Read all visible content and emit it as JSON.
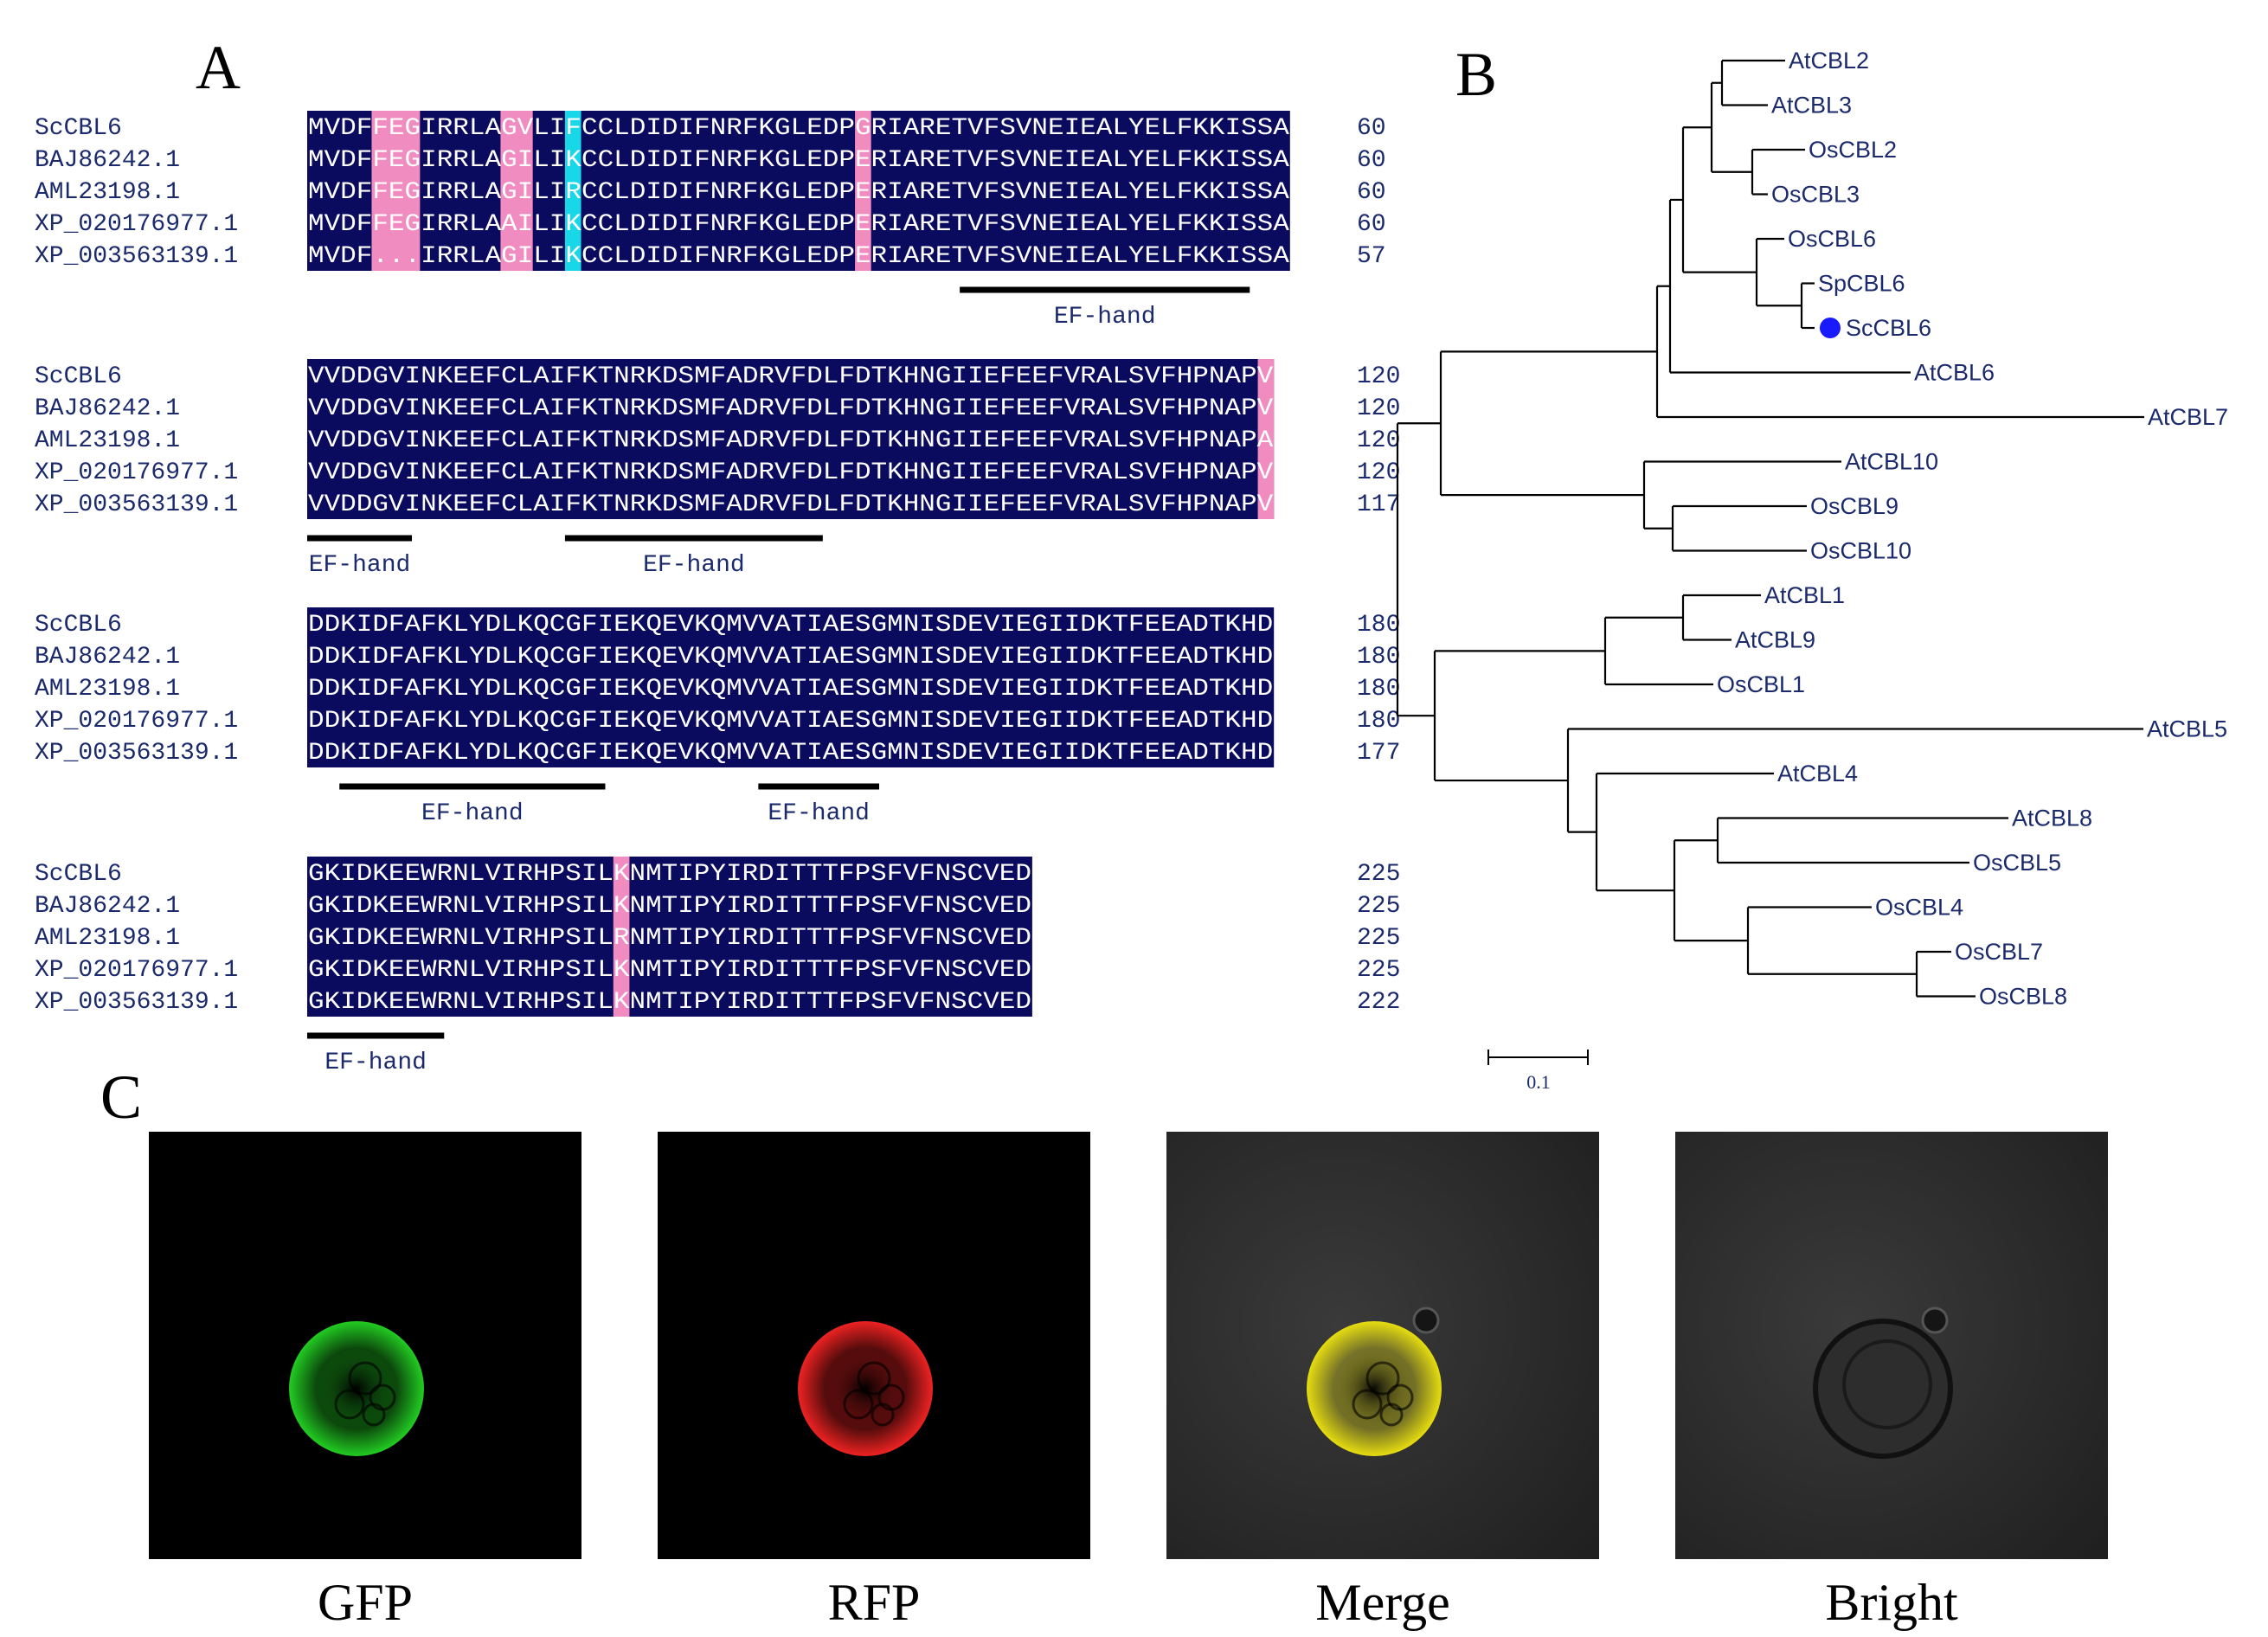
{
  "panels": {
    "a": "A",
    "b": "B",
    "c": "C"
  },
  "alignment": {
    "blocks": [
      {
        "rows": [
          {
            "name": "ScCBL6",
            "seq": "MVDFFEGIRRLAGVLIFCCLDIDIFNRFKGLEDPGRIARETVFSVNEIEALYELFKKISSA",
            "num": "60"
          },
          {
            "name": "BAJ86242.1",
            "seq": "MVDFFEGIRRLAGILIKCCLDIDIFNRFKGLEDPERIARETVFSVNEIEALYELFKKISSA",
            "num": "60"
          },
          {
            "name": "AML23198.1",
            "seq": "MVDFFEGIRRLAGILIRCCLDIDIFNRFKGLEDPERIARETVFSVNEIEALYELFKKISSA",
            "num": "60"
          },
          {
            "name": "XP_020176977.1",
            "seq": "MVDFFEGIRRLAAILIKCCLDIDIFNRFKGLEDPERIARETVFSVNEIEALYELFKKISSA",
            "num": "60"
          },
          {
            "name": "XP_003563139.1",
            "seq": "MVDF...IRRLAGILIKCCLDIDIFNRFKGLEDPERIARETVFSVNEIEALYELFKKISSA",
            "num": "57"
          }
        ],
        "ef_hands": [
          {
            "label": "EF-hand"
          }
        ]
      },
      {
        "rows": [
          {
            "name": "ScCBL6",
            "seq": "VVDDGVINKEEFCLAIFKTNRKDSMFADRVFDLFDTKHNGIIEFEEFVRALSVFHPNAPV",
            "num": "120"
          },
          {
            "name": "BAJ86242.1",
            "seq": "VVDDGVINKEEFCLAIFKTNRKDSMFADRVFDLFDTKHNGIIEFEEFVRALSVFHPNAPV",
            "num": "120"
          },
          {
            "name": "AML23198.1",
            "seq": "VVDDGVINKEEFCLAIFKTNRKDSMFADRVFDLFDTKHNGIIEFEEFVRALSVFHPNAPA",
            "num": "120"
          },
          {
            "name": "XP_020176977.1",
            "seq": "VVDDGVINKEEFCLAIFKTNRKDSMFADRVFDLFDTKHNGIIEFEEFVRALSVFHPNAPV",
            "num": "120"
          },
          {
            "name": "XP_003563139.1",
            "seq": "VVDDGVINKEEFCLAIFKTNRKDSMFADRVFDLFDTKHNGIIEFEEFVRALSVFHPNAPV",
            "num": "117"
          }
        ],
        "ef_hands": [
          {
            "label": "EF-hand"
          },
          {
            "label": "EF-hand"
          }
        ]
      },
      {
        "rows": [
          {
            "name": "ScCBL6",
            "seq": "DDKIDFAFKLYDLKQCGFIEKQEVKQMVVATIAESGMNISDEVIEGIIDKTFEEADTKHD",
            "num": "180"
          },
          {
            "name": "BAJ86242.1",
            "seq": "DDKIDFAFKLYDLKQCGFIEKQEVKQMVVATIAESGMNISDEVIEGIIDKTFEEADTKHD",
            "num": "180"
          },
          {
            "name": "AML23198.1",
            "seq": "DDKIDFAFKLYDLKQCGFIEKQEVKQMVVATIAESGMNISDEVIEGIIDKTFEEADTKHD",
            "num": "180"
          },
          {
            "name": "XP_020176977.1",
            "seq": "DDKIDFAFKLYDLKQCGFIEKQEVKQMVVATIAESGMNISDEVIEGIIDKTFEEADTKHD",
            "num": "180"
          },
          {
            "name": "XP_003563139.1",
            "seq": "DDKIDFAFKLYDLKQCGFIEKQEVKQMVVATIAESGMNISDEVIEGIIDKTFEEADTKHD",
            "num": "177"
          }
        ],
        "ef_hands": [
          {
            "label": "EF-hand"
          },
          {
            "label": "EF-hand"
          }
        ]
      },
      {
        "rows": [
          {
            "name": "ScCBL6",
            "seq": "GKIDKEEWRNLVIRHPSILKNMTIPYIRDITTTFPSFVFNSCVED",
            "num": "225"
          },
          {
            "name": "BAJ86242.1",
            "seq": "GKIDKEEWRNLVIRHPSILKNMTIPYIRDITTTFPSFVFNSCVED",
            "num": "225"
          },
          {
            "name": "AML23198.1",
            "seq": "GKIDKEEWRNLVIRHPSILRNMTIPYIRDITTTFPSFVFNSCVED",
            "num": "225"
          },
          {
            "name": "XP_020176977.1",
            "seq": "GKIDKEEWRNLVIRHPSILKNMTIPYIRDITTTFPSFVFNSCVED",
            "num": "225"
          },
          {
            "name": "XP_003563139.1",
            "seq": "GKIDKEEWRNLVIRHPSILKNMTIPYIRDITTTFPSFVFNSCVED",
            "num": "222"
          }
        ],
        "ef_hands": [
          {
            "label": "EF-hand"
          }
        ]
      }
    ],
    "colors": {
      "identical": "#0a0a5e",
      "similar": "#f08cc0",
      "cyan": "#18d8e8"
    }
  },
  "tree": {
    "leaves": [
      "AtCBL2",
      "AtCBL3",
      "OsCBL2",
      "OsCBL3",
      "OsCBL6",
      "SpCBL6",
      "ScCBL6",
      "AtCBL6",
      "AtCBL7",
      "AtCBL10",
      "OsCBL9",
      "OsCBL10",
      "AtCBL1",
      "AtCBL9",
      "OsCBL1",
      "AtCBL5",
      "AtCBL4",
      "AtCBL8",
      "OsCBL5",
      "OsCBL4",
      "OsCBL7",
      "OsCBL8"
    ],
    "highlight": "ScCBL6",
    "highlight_color": "#1a1aff",
    "scale": "0.1"
  },
  "microscopy": {
    "panels": [
      {
        "label": "GFP",
        "color": "#22cc22"
      },
      {
        "label": "RFP",
        "color": "#ee2222"
      },
      {
        "label": "Merge",
        "color": "#e6dd10"
      },
      {
        "label": "Bright",
        "color": "#888888"
      }
    ]
  }
}
